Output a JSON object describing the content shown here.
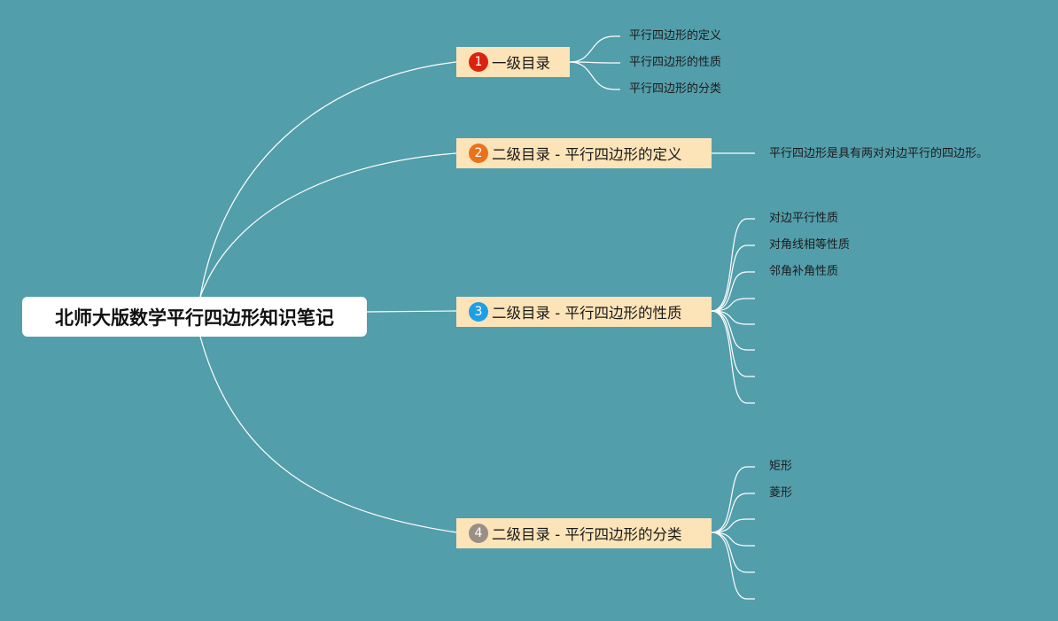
{
  "root": {
    "title": "北师大版数学平行四边形知识笔记"
  },
  "colors": {
    "background": "#539eab",
    "branch_fill": "#fce4b8",
    "line": "#ffffff",
    "badge1": "#d9230f",
    "badge2": "#e8731a",
    "badge3": "#1f9ee6",
    "badge4": "#9a8f86"
  },
  "branches": [
    {
      "badge": "1",
      "label": "一级目录",
      "children": [
        "平行四边形的定义",
        "平行四边形的性质",
        "平行四边形的分类"
      ]
    },
    {
      "badge": "2",
      "label": "二级目录 - 平行四边形的定义",
      "children": [
        "平行四边形是具有两对对边平行的四边形。"
      ]
    },
    {
      "badge": "3",
      "label": "二级目录 - 平行四边形的性质",
      "children": [
        "对边平行性质",
        "对角线相等性质",
        "邻角补角性质",
        "",
        "",
        "",
        "",
        ""
      ]
    },
    {
      "badge": "4",
      "label": "二级目录 - 平行四边形的分类",
      "children": [
        "矩形",
        "菱形",
        "",
        "",
        "",
        ""
      ]
    }
  ]
}
